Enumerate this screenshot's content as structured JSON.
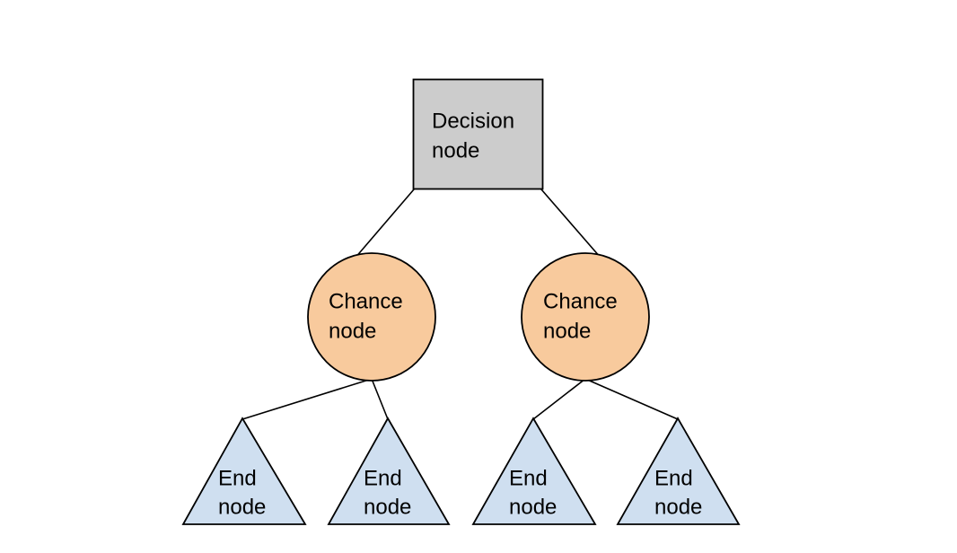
{
  "diagram": {
    "type": "decision-tree",
    "background_color": "#ffffff",
    "stroke_color": "#000000",
    "levels": [
      {
        "name": "decision-level",
        "nodes": [
          {
            "id": "decision-node",
            "shape": "rectangle",
            "label_line1": "Decision",
            "label_line2": "node",
            "fill": "#cccccc"
          }
        ]
      },
      {
        "name": "chance-level",
        "nodes": [
          {
            "id": "chance-node-left",
            "shape": "circle",
            "label_line1": "Chance",
            "label_line2": "node",
            "fill": "#f8ca9d"
          },
          {
            "id": "chance-node-right",
            "shape": "circle",
            "label_line1": "Chance",
            "label_line2": "node",
            "fill": "#f8ca9d"
          }
        ]
      },
      {
        "name": "end-level",
        "nodes": [
          {
            "id": "end-node-1",
            "shape": "triangle",
            "label_line1": "End",
            "label_line2": "node",
            "fill": "#cfdff0"
          },
          {
            "id": "end-node-2",
            "shape": "triangle",
            "label_line1": "End",
            "label_line2": "node",
            "fill": "#cfdff0"
          },
          {
            "id": "end-node-3",
            "shape": "triangle",
            "label_line1": "End",
            "label_line2": "node",
            "fill": "#cfdff0"
          },
          {
            "id": "end-node-4",
            "shape": "triangle",
            "label_line1": "End",
            "label_line2": "node",
            "fill": "#cfdff0"
          }
        ]
      }
    ]
  }
}
